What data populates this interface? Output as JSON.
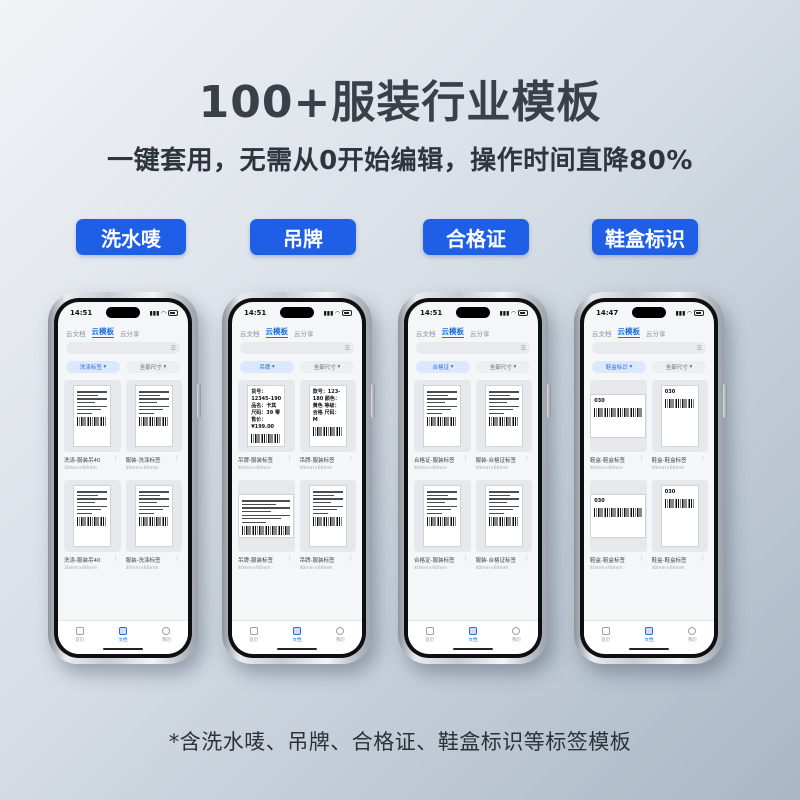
{
  "headline": "100+服装行业模板",
  "subline": "一键套用，无需从0开始编辑，操作时间直降80%",
  "tags": [
    "洗水唛",
    "吊牌",
    "合格证",
    "鞋盒标识"
  ],
  "footnote": "*含洗水唛、吊牌、合格证、鞋盒标识等标签模板",
  "accent_color": "#1f5fe8",
  "phones": [
    {
      "time": "14:51",
      "tabs": [
        "云文档",
        "云模板",
        "云分享"
      ],
      "filters": [
        "洗涤标签",
        "全部尺寸"
      ],
      "cards": [
        {
          "caption": "洗涤-服装吊40",
          "size": "30mm×60mm",
          "label": ""
        },
        {
          "caption": "服装-洗涤标签",
          "size": "30mm×60mm",
          "label": ""
        },
        {
          "caption": "洗涤-服装吊40",
          "size": "30mm×60mm",
          "label": ""
        },
        {
          "caption": "服装-洗涤标签",
          "size": "30mm×60mm",
          "label": ""
        }
      ],
      "bottom_tabs": [
        "首页",
        "文档",
        "我的"
      ]
    },
    {
      "time": "14:51",
      "tabs": [
        "云文档",
        "云模板",
        "云分享"
      ],
      "filters": [
        "吊牌",
        "全部尺寸"
      ],
      "cards": [
        {
          "caption": "吊牌-服装标签",
          "size": "40mm×60mm",
          "label": "货号：12345-190 品名：卡其 尺码：39 零售价：¥199.00"
        },
        {
          "caption": "吊牌-服装标签",
          "size": "40mm×60mm",
          "label": "款号：123-180 颜色：黄色 等级：合格 尺码：M"
        },
        {
          "caption": "吊牌-服装标签",
          "size": "40mm×60mm",
          "label": ""
        },
        {
          "caption": "吊牌-服装标签",
          "size": "40mm×60mm",
          "label": ""
        }
      ],
      "bottom_tabs": [
        "首页",
        "文档",
        "我的"
      ]
    },
    {
      "time": "14:51",
      "tabs": [
        "云文档",
        "云模板",
        "云分享"
      ],
      "filters": [
        "合格证",
        "全部尺寸"
      ],
      "cards": [
        {
          "caption": "合格证-服装标签",
          "size": "40mm×60mm",
          "label": ""
        },
        {
          "caption": "服装-合格证标签",
          "size": "40mm×60mm",
          "label": ""
        },
        {
          "caption": "合格证-服装标签",
          "size": "40mm×60mm",
          "label": ""
        },
        {
          "caption": "服装-合格证标签",
          "size": "40mm×60mm",
          "label": ""
        }
      ],
      "bottom_tabs": [
        "首页",
        "文档",
        "我的"
      ]
    },
    {
      "time": "14:47",
      "tabs": [
        "云文档",
        "云模板",
        "云分享"
      ],
      "filters": [
        "鞋盒标识",
        "全部尺寸"
      ],
      "cards": [
        {
          "caption": "鞋盒-鞋盒标签",
          "size": "40mm×60mm",
          "label": "030"
        },
        {
          "caption": "鞋盒-鞋盒标签",
          "size": "40mm×60mm",
          "label": "030"
        },
        {
          "caption": "鞋盒-鞋盒标签",
          "size": "40mm×60mm",
          "label": "030"
        },
        {
          "caption": "鞋盒-鞋盒标签",
          "size": "40mm×60mm",
          "label": "030"
        }
      ],
      "bottom_tabs": [
        "首页",
        "文档",
        "我的"
      ]
    }
  ]
}
